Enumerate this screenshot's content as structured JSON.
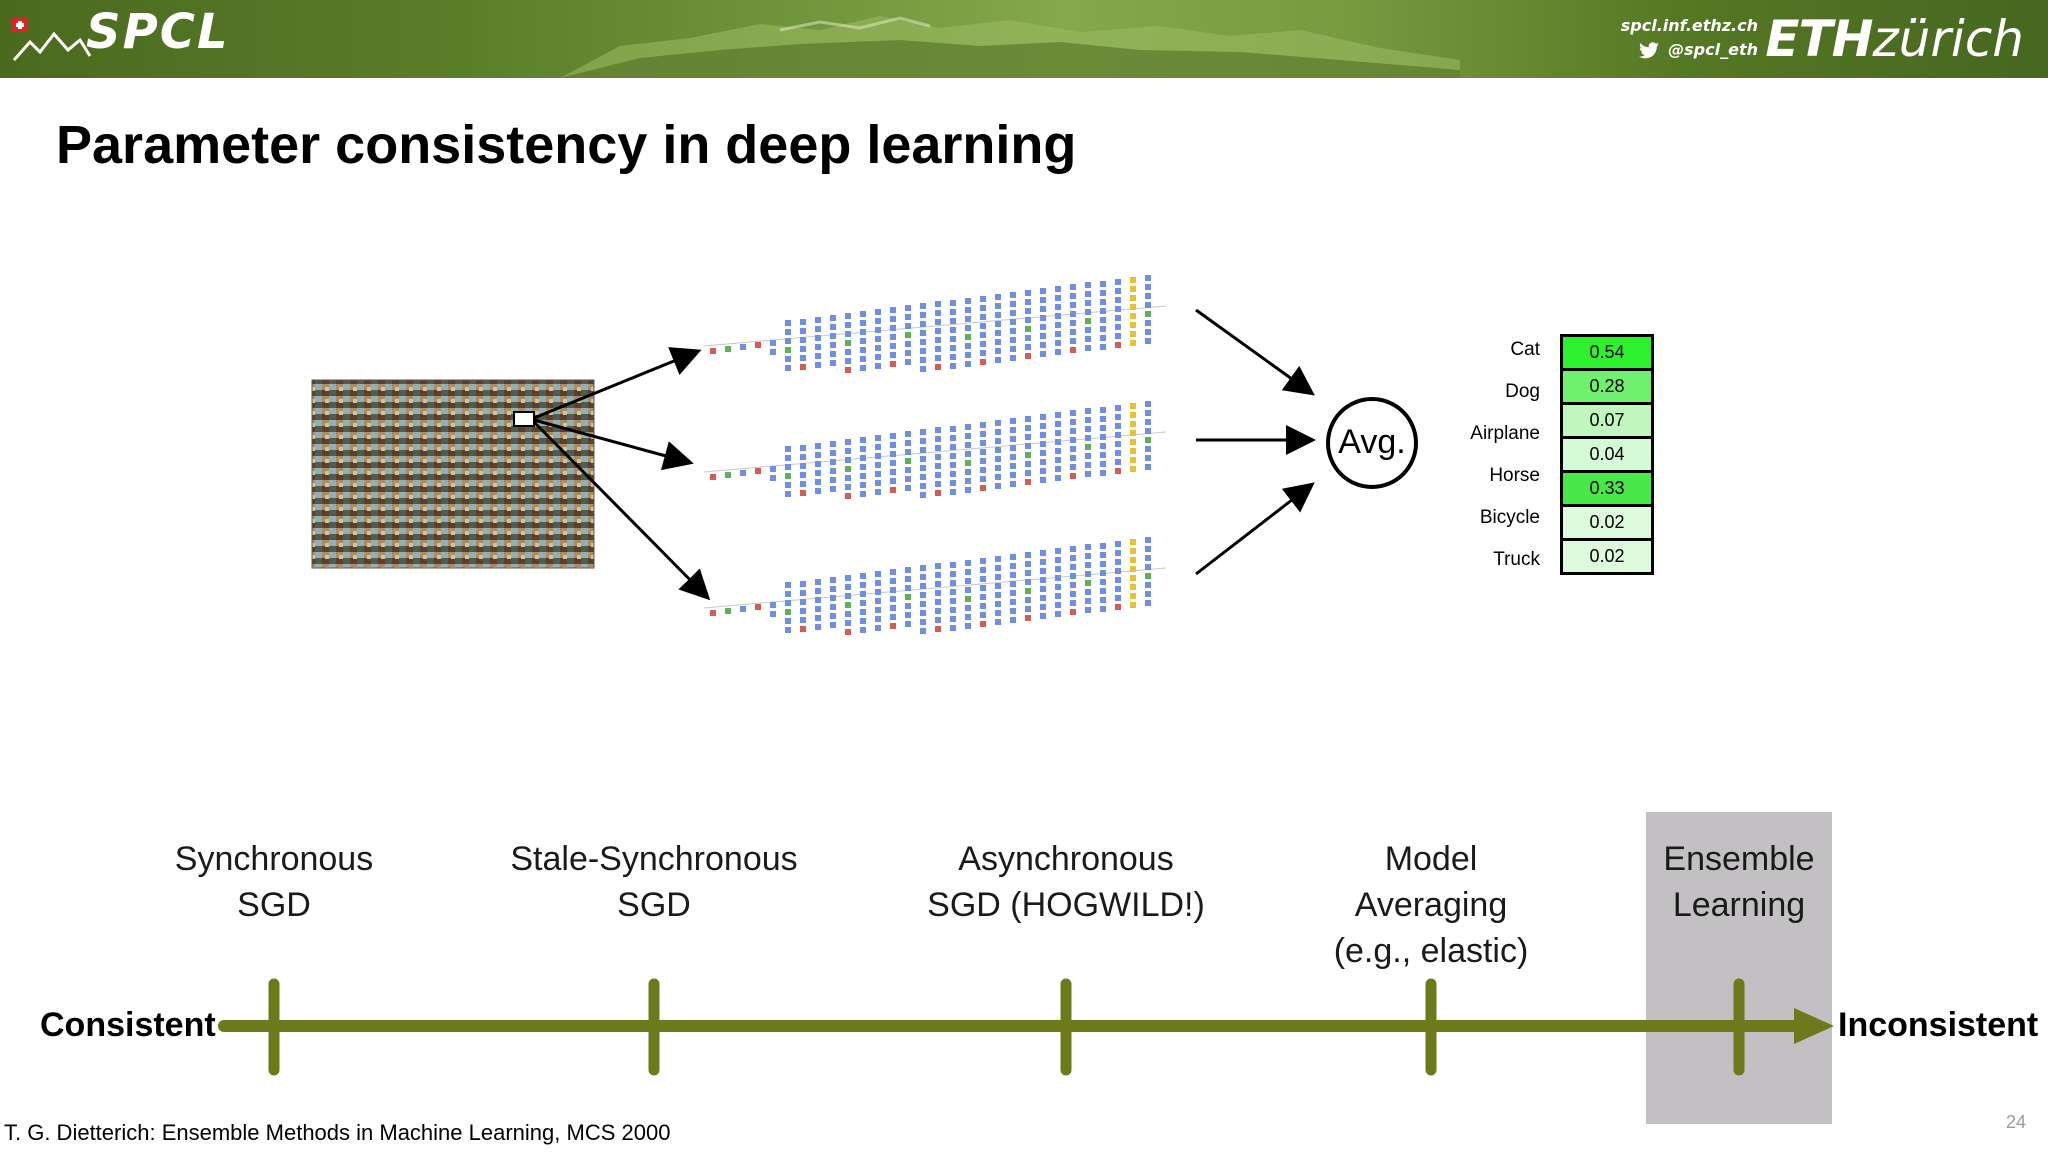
{
  "header": {
    "logo_text": "SPCL",
    "website": "spcl.inf.ethz.ch",
    "twitter": "@spcl_eth",
    "eth_bold": "ETH",
    "eth_regular": "zürich"
  },
  "title": "Parameter consistency in deep learning",
  "diagram": {
    "avg_label": "Avg.",
    "classes": [
      {
        "label": "Cat",
        "prob": "0.54",
        "color": "#2ef12e"
      },
      {
        "label": "Dog",
        "prob": "0.28",
        "color": "#6ef06e"
      },
      {
        "label": "Airplane",
        "prob": "0.07",
        "color": "#bff7bf"
      },
      {
        "label": "Horse",
        "prob": "0.04",
        "color": "#d6f9d6"
      },
      {
        "label": "Bicycle",
        "prob": "0.33",
        "color": "#47e847"
      },
      {
        "label": "Truck",
        "prob": "0.02",
        "color": "#ddfadd"
      },
      {
        "label": "",
        "prob": "0.02",
        "color": "#ddfadd"
      }
    ],
    "network_icon": "neural-network-icon",
    "dataset_icon": "image-grid-icon"
  },
  "spectrum": {
    "left_end": "Consistent",
    "right_end": "Inconsistent",
    "stages": [
      {
        "label": "Synchronous\nSGD"
      },
      {
        "label": "Stale-Synchronous\nSGD"
      },
      {
        "label": "Asynchronous\nSGD (HOGWILD!)"
      },
      {
        "label": "Model\nAveraging\n(e.g., elastic)"
      },
      {
        "label": "Ensemble\nLearning"
      }
    ],
    "axis_color": "#6c7a1c",
    "highlight_color": "#c2c0c2"
  },
  "citation": "T. G. Dietterich: Ensemble Methods in Machine Learning, MCS 2000",
  "page_number": "24"
}
